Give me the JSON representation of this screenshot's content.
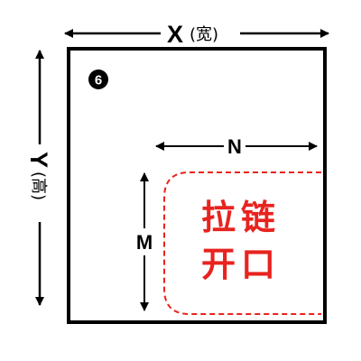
{
  "width_dim": {
    "letter": "X",
    "paren": "(宽)"
  },
  "height_dim": {
    "letter": "Y",
    "paren": "(高)"
  },
  "n_dim": {
    "label": "N"
  },
  "m_dim": {
    "label": "M"
  },
  "badge": {
    "number": "6"
  },
  "zipper": {
    "line1": "拉链",
    "line2": "开口",
    "color": "#e8231f"
  }
}
